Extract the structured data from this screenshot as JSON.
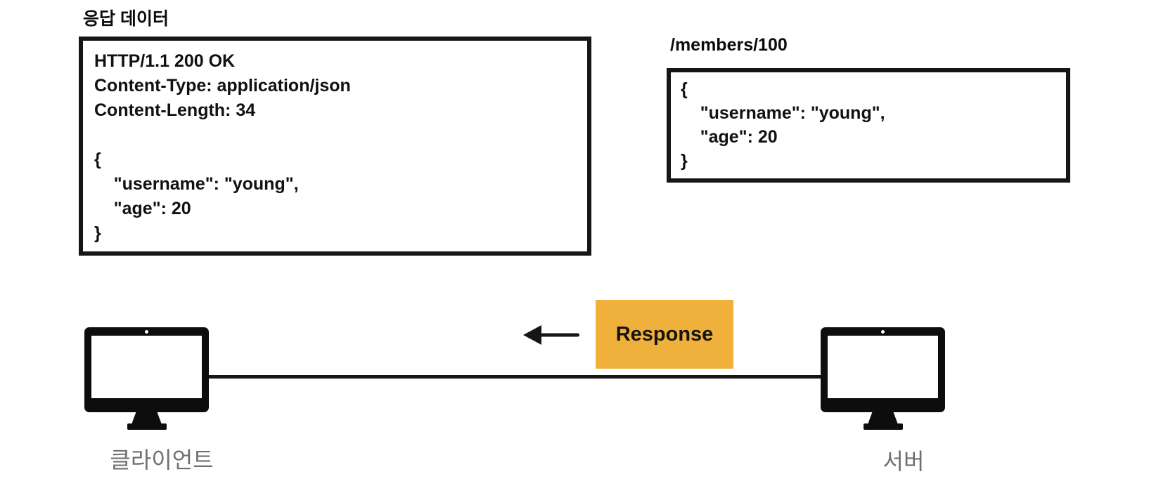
{
  "colors": {
    "box_border": "#161616",
    "response_fill": "#F0B03C",
    "device_label_gray": "#6f6f6f",
    "text_black": "#111111"
  },
  "response_panel": {
    "title": "응답 데이터",
    "lines": [
      "HTTP/1.1 200 OK",
      "Content-Type: application/json",
      "Content-Length: 34",
      "",
      "{",
      "    \"username\": \"young\",",
      "    \"age\": 20",
      "}"
    ]
  },
  "resource_panel": {
    "title": "/members/100",
    "lines": [
      "{",
      "    \"username\": \"young\",",
      "    \"age\": 20",
      "}"
    ]
  },
  "flow": {
    "response_label": "Response",
    "client_label": "클라이언트",
    "server_label": "서버"
  }
}
